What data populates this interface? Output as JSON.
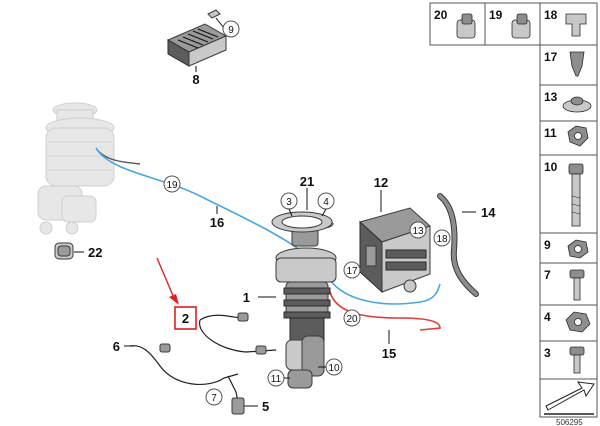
{
  "diagram": {
    "labels": {
      "n1": "1",
      "n2": "2",
      "n3": "3",
      "n4": "4",
      "n5": "5",
      "n6": "6",
      "n7": "7",
      "n8": "8",
      "n9": "9",
      "n10": "10",
      "n11": "11",
      "n12": "12",
      "n13": "13",
      "n14": "14",
      "n15": "15",
      "n16": "16",
      "n17": "17",
      "n18": "18",
      "n19": "19",
      "n20": "20",
      "n21": "21",
      "n22": "22"
    },
    "highlighted_label": "2",
    "side_panel": {
      "top_row": [
        "20",
        "19",
        "18"
      ],
      "column": [
        "17",
        "13",
        "11",
        "10",
        "9",
        "7",
        "4",
        "3"
      ]
    },
    "part_code": "506295",
    "colors": {
      "highlight": "#e02020",
      "blue_line": "#4aa7e0",
      "red_line": "#e53935"
    }
  }
}
